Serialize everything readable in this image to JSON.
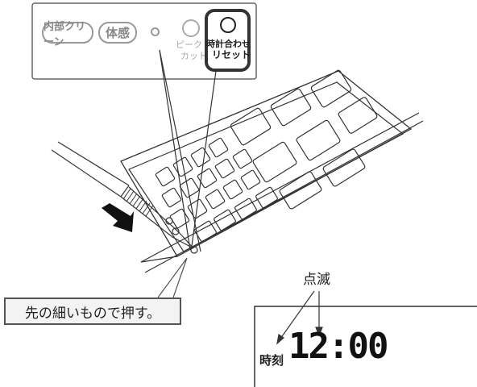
{
  "panel": {
    "btn_internal_clean": "内部クリーン",
    "btn_taikan": "体感",
    "peak_cut_line1": "ピーク",
    "peak_cut_line2": "カット",
    "clock_reset_line1": "時計合わせ",
    "clock_reset_line2": "リセット"
  },
  "callout": {
    "text": "先の細いもので押す。"
  },
  "display": {
    "blink_label": "点滅",
    "time_label": "時刻",
    "time_value": "12:00"
  },
  "colors": {
    "outline": "#333333",
    "panel_gray": "#999999",
    "callout_bg": "#f3f3f3"
  }
}
